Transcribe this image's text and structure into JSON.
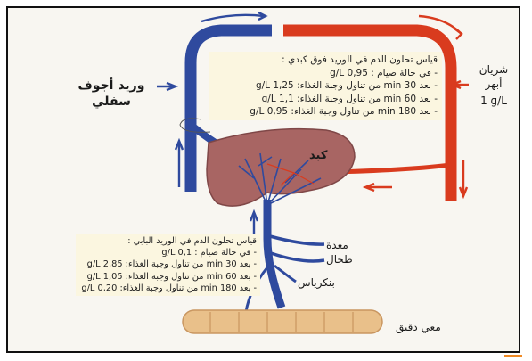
{
  "colors": {
    "vein": "#2f4a9e",
    "artery": "#d93b1e",
    "liver": "#a86563",
    "intestine": "#e9c08a",
    "info_box": "#fbf6e0",
    "corner_mark": "#f08a24"
  },
  "labels": {
    "inferior_vena_cava": "وريد أجوف سفلي",
    "hepatic_artery": "شريان أبهر",
    "artery_glycemia": "1 g/L",
    "liver": "كبد",
    "stomach": "معدة",
    "spleen": "طحال",
    "pancreas": "بنكرياس",
    "small_intestine": "معي دقيق"
  },
  "hepatic_vein_box": {
    "title": "قياس تحلون الدم في الوريد فوق كبدي :",
    "lines": [
      "- في حالة صيام : 0,95 g/L",
      "- بعد 30 min من تناول وجبة الغذاء: 1,25 g/L",
      "- بعد 60 min من تناول وجبة الغذاء: 1,1 g/L",
      "- بعد 180 min من تناول وجبة الغذاء: 0,95 g/L"
    ]
  },
  "portal_vein_box": {
    "title": "قياس تحلون الدم في الوريد البابي :",
    "lines": [
      "- في حالة صيام : 0,1 g/L",
      "- بعد 30 min من تناول وجبة الغذاء: 2,85 g/L",
      "- بعد 60 min من تناول وجبة الغذاء: 1,05 g/L",
      "- بعد 180 min من تناول وجبة الغذاء: 0,20 g/L"
    ]
  }
}
